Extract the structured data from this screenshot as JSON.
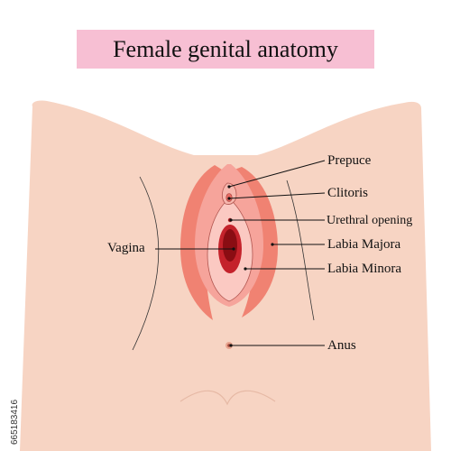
{
  "title": "Female genital anatomy",
  "labels": {
    "prepuce": "Prepuce",
    "clitoris": "Clitoris",
    "urethral_opening": "Urethral opening",
    "labia_majora": "Labia Majora",
    "labia_minora": "Labia Minora",
    "anus": "Anus",
    "vagina": "Vagina"
  },
  "stock_id": "665183416",
  "colors": {
    "skin": "#f7d4c3",
    "labia_majora": "#f08272",
    "labia_minora": "#f6a49b",
    "vestibule": "#fbc9c2",
    "vaginal_opening": "#c4222b",
    "vaginal_inner": "#8a0d13",
    "title_bg": "#f7bfd3"
  }
}
